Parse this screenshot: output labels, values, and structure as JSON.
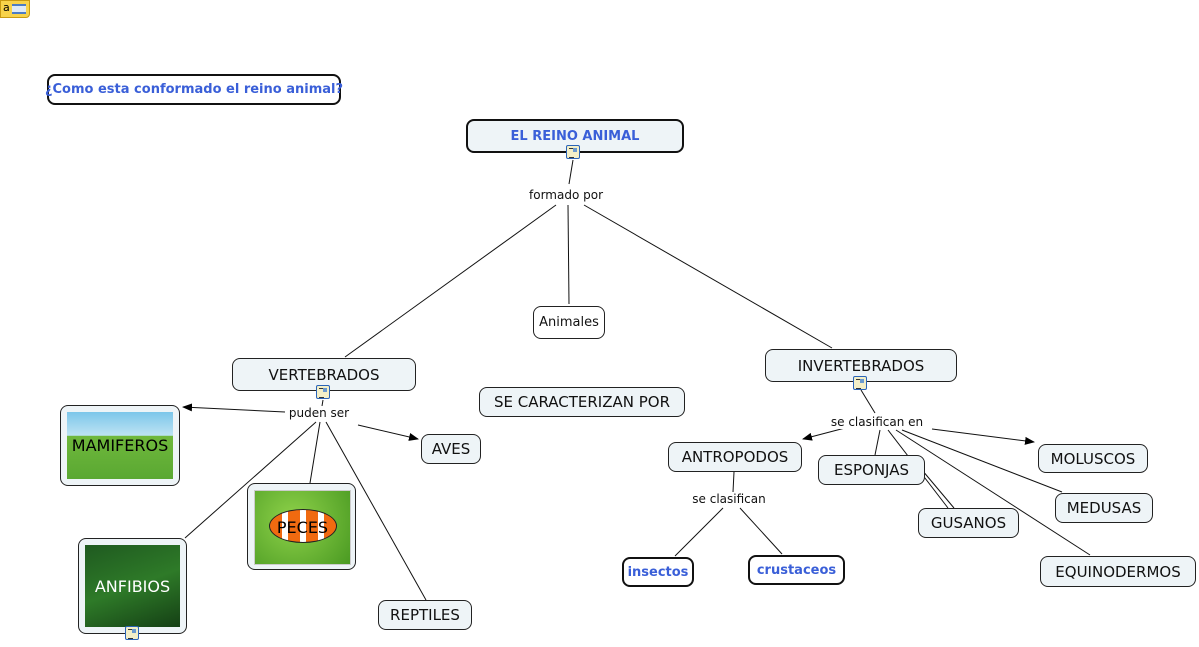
{
  "toolbar": {
    "tool_icon": "text-edit-icon",
    "tool_letter": "a"
  },
  "question": "¿Como esta conformado el reino animal?",
  "root": "EL REINO ANIMAL",
  "link_labels": {
    "formado_por": "formado por",
    "puden_ser": "puden ser",
    "se_clasifican_en": "se clasifican en",
    "se_clasifican": "se clasifican"
  },
  "concepts": {
    "animales": "Animales",
    "vertebrados": "VERTEBRADOS",
    "invertebrados": "INVERTEBRADOS",
    "se_caracterizan": "SE CARACTERIZAN POR",
    "mamiferos": "MAMIFEROS",
    "aves": "AVES",
    "peces": "PECES",
    "anfibios": "ANFIBIOS",
    "reptiles": "REPTILES",
    "antropodos": "ANTROPODOS",
    "esponjas": "ESPONJAS",
    "moluscos": "MOLUSCOS",
    "gusanos": "GUSANOS",
    "medusas": "MEDUSAS",
    "equinodermos": "EQUINODERMOS",
    "insectos": "insectos",
    "crustaceos": "crustaceos"
  },
  "colors": {
    "accent_text": "#3a5fd8",
    "node_fill": "#eef4f7",
    "border": "#222222"
  }
}
